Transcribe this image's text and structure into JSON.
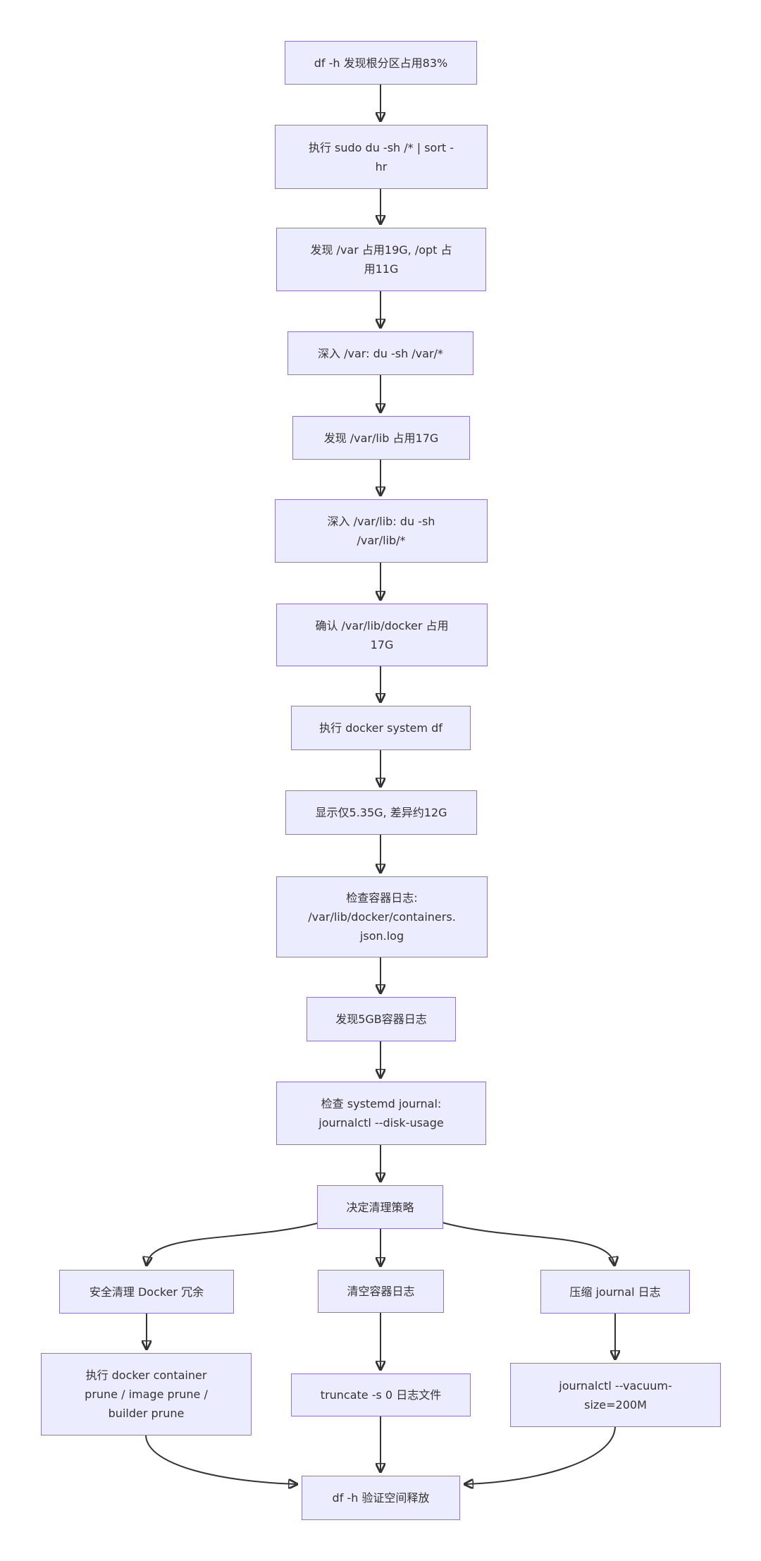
{
  "diagram": {
    "type": "flowchart",
    "direction": "top-down",
    "colors": {
      "background": "#ffffff",
      "node_fill": "#ECECFF",
      "node_border": "#9370DB",
      "text": "#333333",
      "arrow": "#333333"
    },
    "nodes": [
      {
        "id": "df-discovery",
        "label": "df -h 发现根分区占用83%"
      },
      {
        "id": "du-scan",
        "label": "执行 sudo du -sh /* | sort -\nhr"
      },
      {
        "id": "var-opt-usage",
        "label": "发现 /var 占用19G, /opt 占\n用11G"
      },
      {
        "id": "du-var",
        "label": "深入 /var: du -sh /var/*"
      },
      {
        "id": "varlib-usage",
        "label": "发现 /var/lib 占用17G"
      },
      {
        "id": "du-varlib",
        "label": "深入 /var/lib: du -sh\n/var/lib/*"
      },
      {
        "id": "docker-usage",
        "label": "确认 /var/lib/docker 占用\n17G"
      },
      {
        "id": "docker-system-df",
        "label": "执行 docker system df"
      },
      {
        "id": "diff-12g",
        "label": "显示仅5.35G, 差异约12G"
      },
      {
        "id": "check-container-logs",
        "label": "检查容器日志:\n/var/lib/docker/containers.\njson.log"
      },
      {
        "id": "found-5gb-logs",
        "label": "发现5GB容器日志"
      },
      {
        "id": "check-journal",
        "label": "检查 systemd journal:\njournalctl --disk-usage"
      },
      {
        "id": "decide-strategy",
        "label": "决定清理策略"
      },
      {
        "id": "safe-prune",
        "label": "安全清理 Docker 冗余"
      },
      {
        "id": "docker-prune-cmds",
        "label": "执行 docker container\nprune / image prune /\nbuilder prune"
      },
      {
        "id": "clear-container-logs",
        "label": "清空容器日志"
      },
      {
        "id": "truncate-cmd",
        "label": "truncate -s 0 日志文件"
      },
      {
        "id": "compress-journal",
        "label": "压缩 journal 日志"
      },
      {
        "id": "vacuum-cmd",
        "label": "journalctl --vacuum-\nsize=200M"
      },
      {
        "id": "verify-df",
        "label": "df -h 验证空间释放"
      }
    ],
    "edges": [
      {
        "from": "df-discovery",
        "to": "du-scan"
      },
      {
        "from": "du-scan",
        "to": "var-opt-usage"
      },
      {
        "from": "var-opt-usage",
        "to": "du-var"
      },
      {
        "from": "du-var",
        "to": "varlib-usage"
      },
      {
        "from": "varlib-usage",
        "to": "du-varlib"
      },
      {
        "from": "du-varlib",
        "to": "docker-usage"
      },
      {
        "from": "docker-usage",
        "to": "docker-system-df"
      },
      {
        "from": "docker-system-df",
        "to": "diff-12g"
      },
      {
        "from": "diff-12g",
        "to": "check-container-logs"
      },
      {
        "from": "check-container-logs",
        "to": "found-5gb-logs"
      },
      {
        "from": "found-5gb-logs",
        "to": "check-journal"
      },
      {
        "from": "check-journal",
        "to": "decide-strategy"
      },
      {
        "from": "decide-strategy",
        "to": "safe-prune"
      },
      {
        "from": "decide-strategy",
        "to": "clear-container-logs"
      },
      {
        "from": "decide-strategy",
        "to": "compress-journal"
      },
      {
        "from": "safe-prune",
        "to": "docker-prune-cmds"
      },
      {
        "from": "clear-container-logs",
        "to": "truncate-cmd"
      },
      {
        "from": "compress-journal",
        "to": "vacuum-cmd"
      },
      {
        "from": "docker-prune-cmds",
        "to": "verify-df"
      },
      {
        "from": "truncate-cmd",
        "to": "verify-df"
      },
      {
        "from": "vacuum-cmd",
        "to": "verify-df"
      }
    ]
  }
}
